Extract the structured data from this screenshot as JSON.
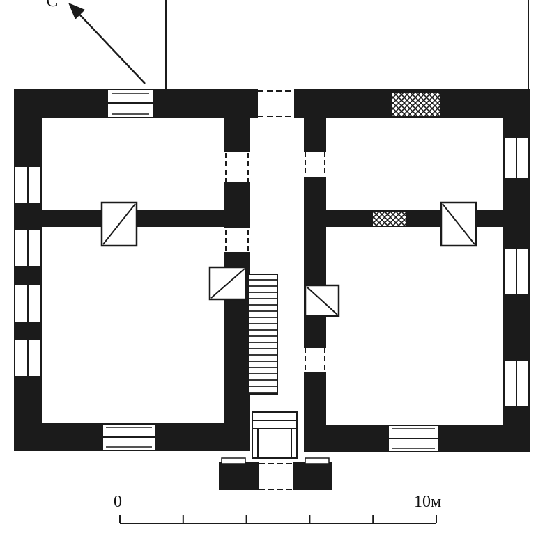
{
  "north_arrow": {
    "label": "C"
  },
  "scale_bar": {
    "start_label": "0",
    "end_label": "10м",
    "divisions": 5
  },
  "colors": {
    "wall": "#1b1b1b",
    "background": "#ffffff",
    "line": "#1b1b1b"
  }
}
